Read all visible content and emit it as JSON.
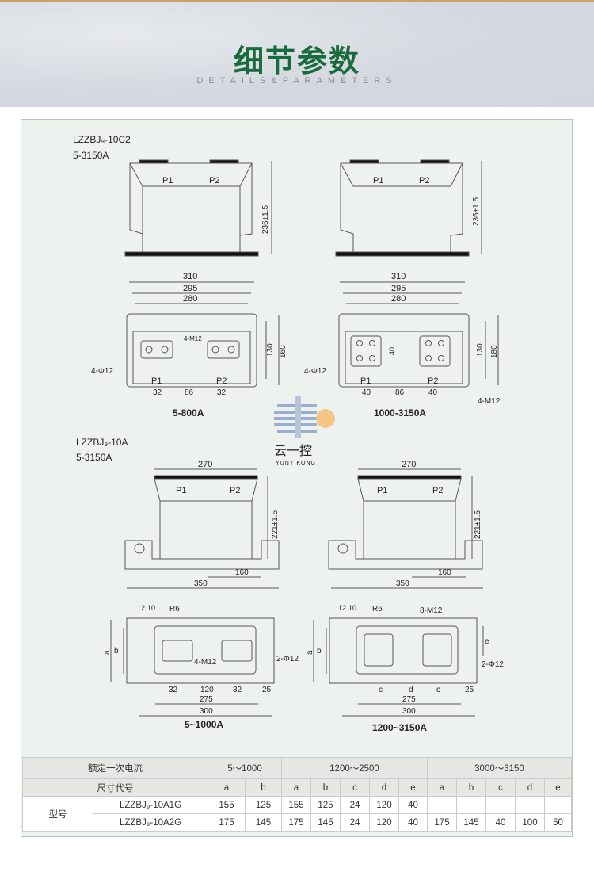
{
  "header": {
    "title": "细节参数",
    "subtitle": "DETAILS&PARAMETERS"
  },
  "drawing_top": {
    "model": "LZZBJ₉-10C2",
    "range": "5-3150A",
    "left": {
      "p1": "P1",
      "p2": "P2",
      "height": "236±1.5",
      "w1": "310",
      "w2": "295",
      "w3": "280",
      "h130": "130",
      "h160": "160",
      "hole": "4-Φ12",
      "bolt": "4-M12",
      "d1": "32",
      "d2": "86",
      "d3": "32",
      "caption": "5-800A"
    },
    "right": {
      "p1": "P1",
      "p2": "P2",
      "height": "236±1.5",
      "w1": "310",
      "w2": "295",
      "w3": "280",
      "h130": "130",
      "h180": "180",
      "h40": "40",
      "hole": "4-Φ12",
      "bolt": "4-M12",
      "d1": "40",
      "d2": "86",
      "d3": "40",
      "caption": "1000-3150A"
    }
  },
  "watermark": {
    "brand_cn": "云一控",
    "brand_en": "YUNYIKONG"
  },
  "drawing_bottom": {
    "model": "LZZBJ₉-10A",
    "range": "5-3150A",
    "left": {
      "w": "270",
      "p1": "P1",
      "p2": "P2",
      "height": "221±1.5",
      "d160": "160",
      "d350": "350",
      "r": "R6",
      "d12": "12",
      "d10": "10",
      "a": "a",
      "b": "b",
      "bolt": "4-M12",
      "hole": "2-Φ12",
      "d32a": "32",
      "d120": "120",
      "d32b": "32",
      "d25": "25",
      "d275": "275",
      "d300": "300",
      "caption": "5~1000A"
    },
    "right": {
      "w": "270",
      "p1": "P1",
      "p2": "P2",
      "height": "221±1.5",
      "d160": "160",
      "d350": "350",
      "r": "R6",
      "d12": "12",
      "d10": "10",
      "a": "a",
      "b": "b",
      "e": "e",
      "bolt": "8-M12",
      "hole": "2-Φ12",
      "c1": "c",
      "dd": "d",
      "c2": "c",
      "d25": "25",
      "d275": "275",
      "d300": "300",
      "caption": "1200~3150A"
    }
  },
  "table": {
    "rated_current_label": "额定一次电流",
    "dim_code_label": "尺寸代号",
    "model_label": "型号",
    "ranges": [
      "5～1000",
      "1200～2500",
      "3000～3150"
    ],
    "codes": [
      "a",
      "b",
      "a",
      "b",
      "c",
      "d",
      "e",
      "a",
      "b",
      "c",
      "d",
      "e"
    ],
    "rows": [
      {
        "model": "LZZBJ₉-10A1G",
        "values": [
          "155",
          "125",
          "155",
          "125",
          "24",
          "120",
          "40",
          "",
          "",
          "",
          "",
          ""
        ]
      },
      {
        "model": "LZZBJ₉-10A2G",
        "values": [
          "175",
          "145",
          "175",
          "145",
          "24",
          "120",
          "40",
          "175",
          "145",
          "40",
          "100",
          "50"
        ]
      }
    ]
  }
}
